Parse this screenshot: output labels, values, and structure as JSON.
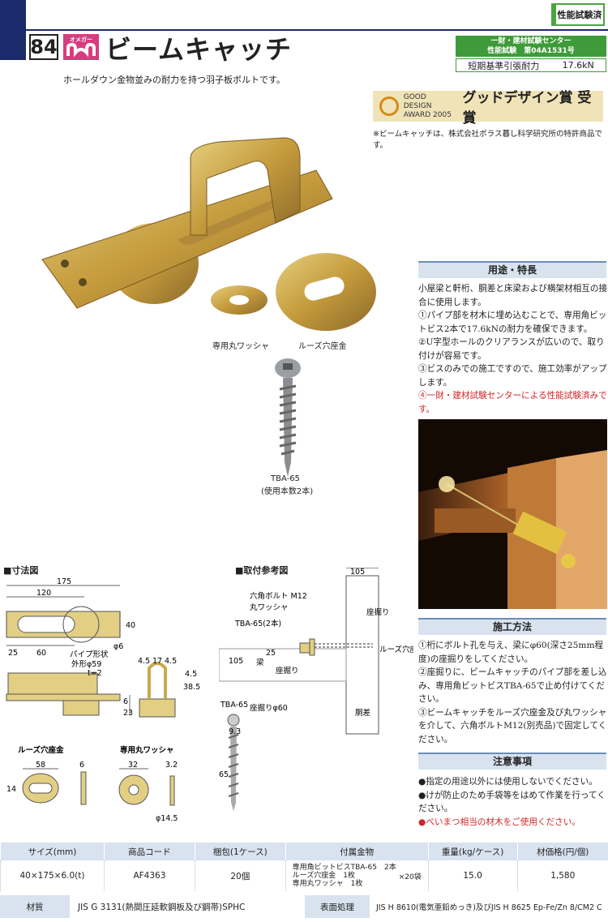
{
  "header": {
    "page_number": "84",
    "brand_small": "オメガー",
    "title": "ビームキャッチ",
    "cert_tag": "性能試験済",
    "test_center": "一財・建材試験センター",
    "test_number": "性能試験　第04A1531号",
    "strength_label": "短期基準引張耐力",
    "strength_value": "17.6kN",
    "subtitle": "ホールダウン金物並みの耐力を持つ羽子板ボルトです。",
    "gd_line1": "GOOD DESIGN",
    "gd_line2": "AWARD 2005",
    "gd_award": "グッドデザイン賞 受賞",
    "patent": "※ビームキャッチは、株式会社ポラス暮し科学研究所の特許商品です。"
  },
  "product": {
    "washer_label": "専用丸ワッシャ",
    "loose_label": "ルーズ穴座金",
    "screw_label": "TBA-65",
    "screw_note": "(使用本数2本)"
  },
  "features": {
    "heading": "用途・特長",
    "intro": "小屋梁と軒桁、胴差と床梁および横架材相互の接合に使用します。",
    "items": [
      "①パイプ部を材木に埋め込むことで、専用角ビットビス2本で17.6kNの耐力を確保できます。",
      "②U字型ホールのクリアランスが広いので、取り付けが容易です。",
      "③ビスのみでの施工ですので、施工効率がアップします。"
    ],
    "red_item": "④一財・建材試験センターによる性能試験済みです。"
  },
  "method": {
    "heading": "施工方法",
    "items": [
      "①桁にボルト孔を与え、梁にφ60(深さ25mm程度)の座掘りをしてください。",
      "②座掘りに、ビームキャッチのパイプ部を差し込み、専用角ビットビスTBA-65で止め付けてください。",
      "③ビームキャッチをルーズ穴座金及び丸ワッシャを介して、六角ボルトM12(別売品)で固定してください。"
    ]
  },
  "caution": {
    "heading": "注意事項",
    "items": [
      "●指定の用途以外には使用しないでください。",
      "●けが防止のため手袋等をはめて作業を行ってください。"
    ],
    "red_item": "●べいまつ相当の材木をご使用ください。"
  },
  "dimensions": {
    "title": "■寸法図",
    "d175": "175",
    "d120": "120",
    "d40": "40",
    "d25": "25",
    "d60": "60",
    "phi6": "φ6",
    "pipe1": "パイプ形状",
    "pipe2": "外形φ59",
    "pipe3": "t=2",
    "d45a": "4.5",
    "d17": "17",
    "d45b": "4.5",
    "d45c": "4.5",
    "d385": "38.5",
    "d6": "6",
    "d23": "23",
    "loose_title": "ルーズ穴座金",
    "d58": "58",
    "d6b": "6",
    "d14": "14",
    "washer_title": "専用丸ワッシャ",
    "d32": "32",
    "d32b": "3.2",
    "phi145": "φ14.5"
  },
  "install": {
    "title": "■取付参考図",
    "d105top": "105",
    "bolt": "六角ボルト M12",
    "washer": "丸ワッシャ",
    "screw": "TBA-65(2本)",
    "d25": "25",
    "d105": "105",
    "beam": "梁",
    "counterbore": "座掘り",
    "counterbore_right": "座掘り",
    "counterbore_phi": "座掘りφ60",
    "loose": "ルーズ穴座金",
    "dousa": "胴差",
    "screw_name": "TBA-65",
    "d93": "9.3",
    "d65": "65"
  },
  "spec_table": {
    "headers": [
      "サイズ(mm)",
      "商品コード",
      "梱包(1ケース)",
      "付属金物",
      "重量(kg/ケース)",
      "材価格(円/個)"
    ],
    "size": "40×175×6.0(t)",
    "code": "AF4363",
    "pack": "20個",
    "acc_lines": [
      "専用角ビットビスTBA-65　2本",
      "ルーズ穴座金　1枚",
      "専用丸ワッシャ　1枚"
    ],
    "acc_qty": "×20袋",
    "weight": "15.0",
    "price": "1,580"
  },
  "material_table": {
    "material_label": "材質",
    "material": "JIS G 3131(熱間圧延軟鋼板及び鋼帯)SPHC",
    "surface_label": "表面処理",
    "surface": "JIS H 8610(電気亜鉛めっき)及びJIS H 8625 Ep-Fe/Zn 8/CM2 C"
  },
  "colors": {
    "navy": "#1b2a6b",
    "green": "#3f9a3a",
    "red": "#d0262a",
    "pink": "#d93b7f"
  }
}
